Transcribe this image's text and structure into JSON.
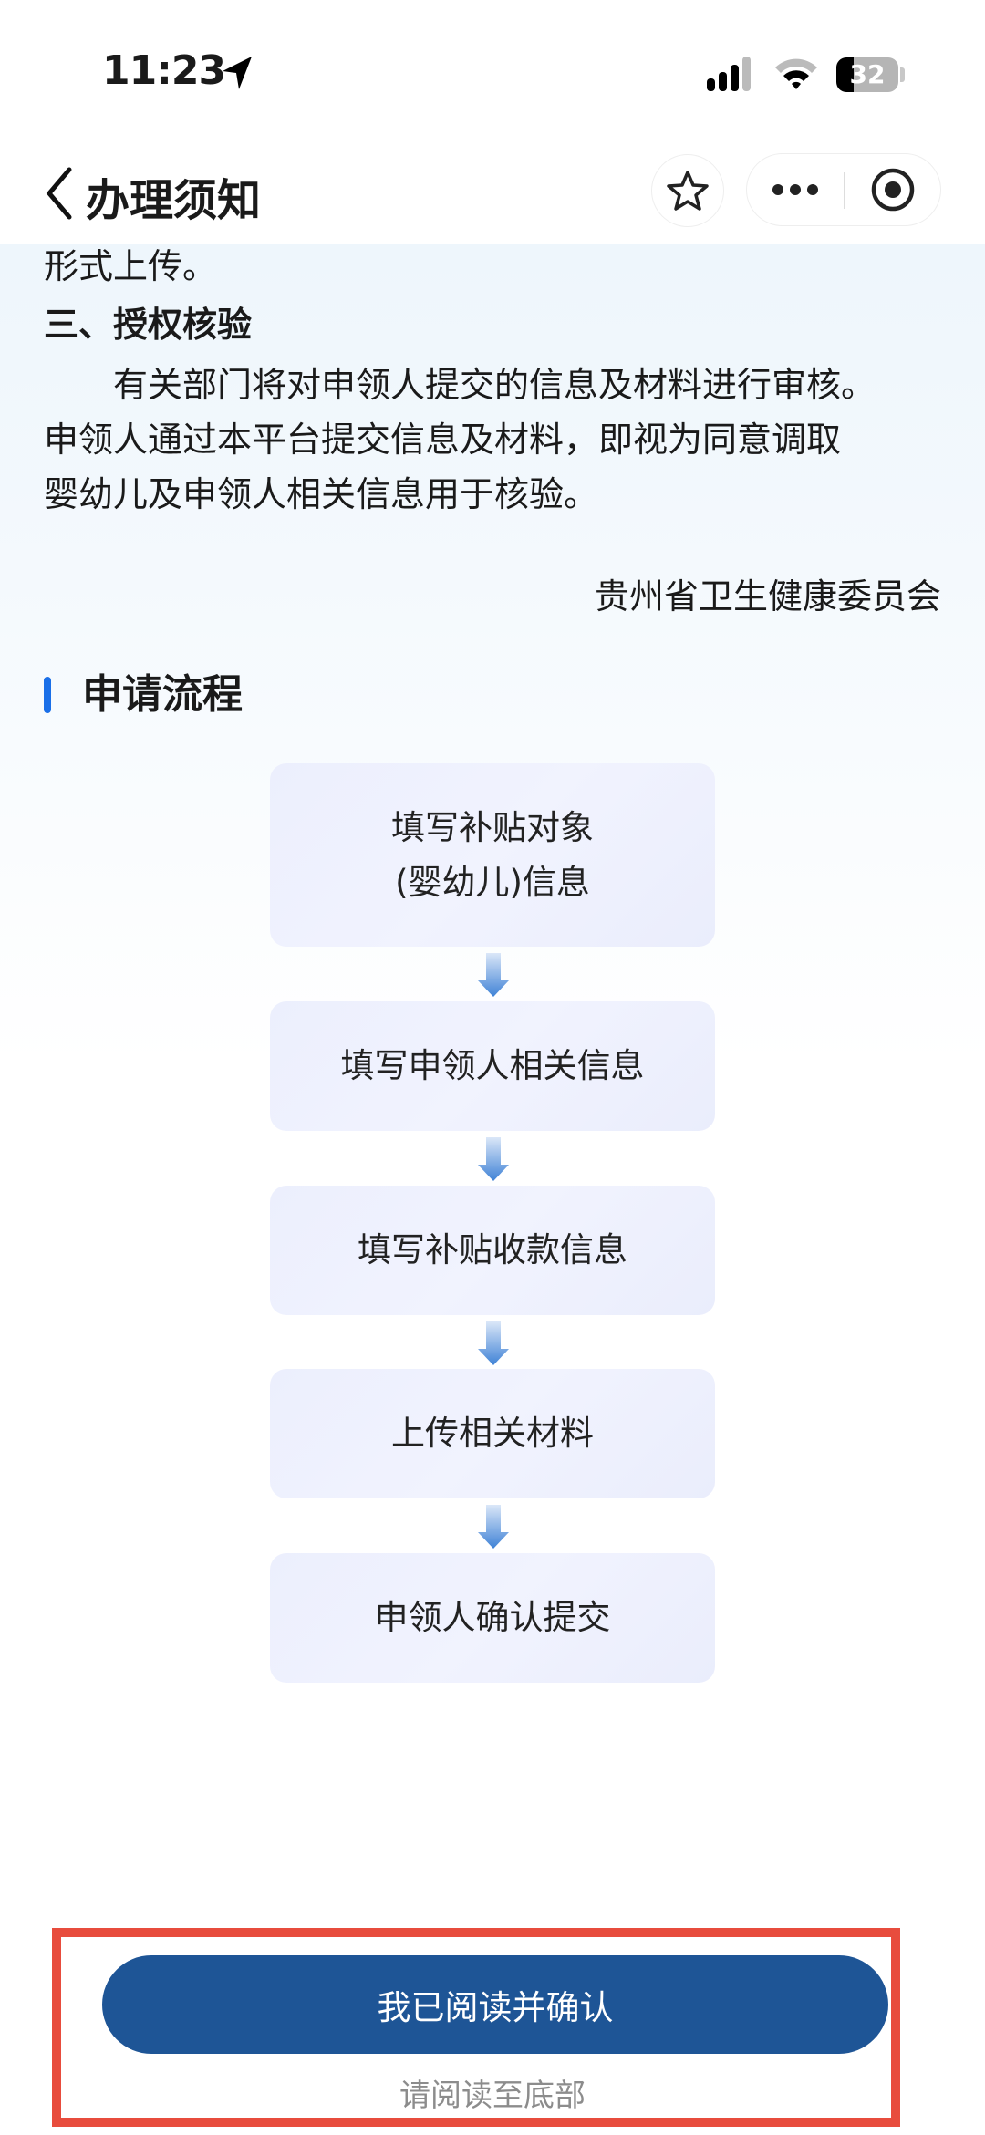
{
  "status_bar": {
    "time": "11:23",
    "battery": "32"
  },
  "nav": {
    "title": "办理须知"
  },
  "notice": {
    "prev_line": "形式上传。",
    "section3_heading": "三、授权核验",
    "section3_paragraph_lines": [
      "有关部门将对申领人提交的信息及材料进行审核。",
      "申领人通过本平台提交信息及材料，即视为同意调取",
      "婴幼儿及申领人相关信息用于核验。"
    ],
    "signature": "贵州省卫生健康委员会"
  },
  "process": {
    "title": "申请流程",
    "steps": [
      {
        "line1": "填写补贴对象",
        "line2": "(婴幼儿)信息"
      },
      {
        "line1": "填写申领人相关信息"
      },
      {
        "line1": "填写补贴收款信息"
      },
      {
        "line1": "上传相关材料"
      },
      {
        "line1": "申领人确认提交"
      }
    ]
  },
  "footer": {
    "confirm_label": "我已阅读并确认",
    "hint": "请阅读至底部"
  },
  "colors": {
    "primary": "#1e5596",
    "accent": "#1a6fe8",
    "highlight": "#e84c3d"
  }
}
